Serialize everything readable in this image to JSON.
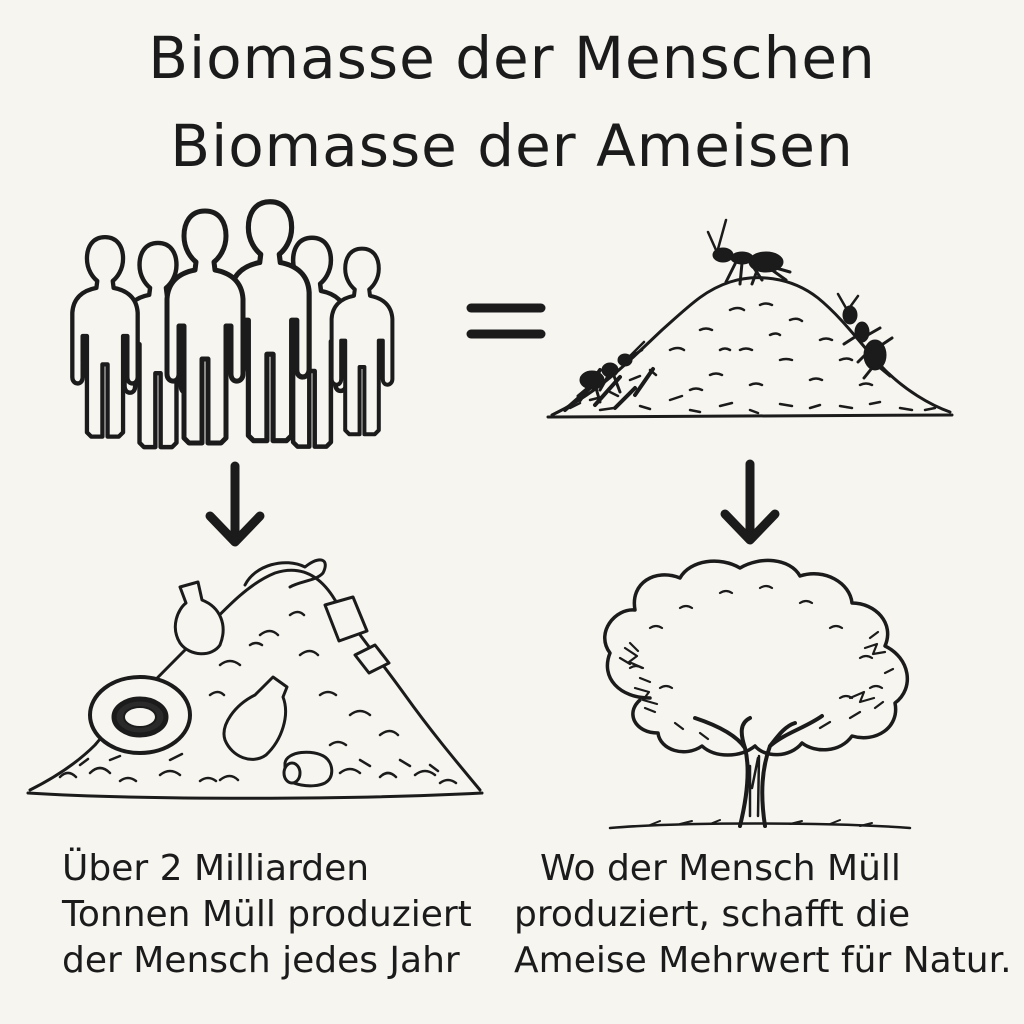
{
  "title": {
    "line1": "Biomasse der Menschen",
    "line2": "Biomasse der Ameisen"
  },
  "left_caption": {
    "lines": [
      "Über 2 Milliarden",
      "Tonnen Müll produziert",
      "der Mensch jedes Jahr"
    ]
  },
  "right_caption": {
    "lines": [
      "Wo der Mensch Müll",
      "produziert, schafft die",
      "Ameise Mehrwert für Natur."
    ]
  },
  "symbols": {
    "equals": "equals-sign",
    "left_arrow": "down-arrow",
    "right_arrow": "down-arrow"
  },
  "colors": {
    "ink": "#1b1b1b",
    "paper": "#f6f5f0"
  }
}
